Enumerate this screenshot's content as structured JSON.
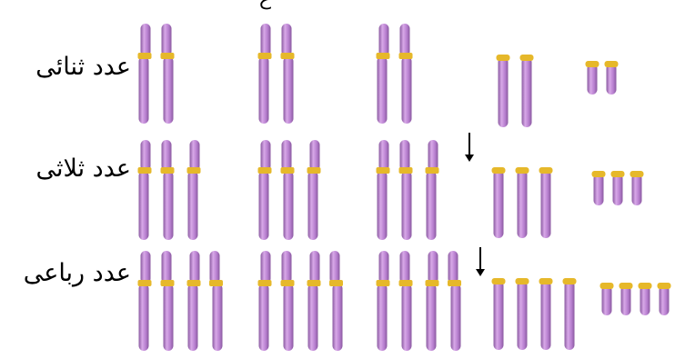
{
  "top_glyph": "ع",
  "rows": [
    {
      "label": "عدد ثنائی",
      "ploidy": 2
    },
    {
      "label": "عدد ثلاثی",
      "ploidy": 3
    },
    {
      "label": "عدد رباعی",
      "ploidy": 4
    }
  ],
  "colors": {
    "chromosome_light": "#d8a8e8",
    "chromosome_mid": "#b77fcf",
    "chromosome_dark": "#8a5aa0",
    "centromere": "#e6b82a",
    "arrow": "#000000"
  }
}
